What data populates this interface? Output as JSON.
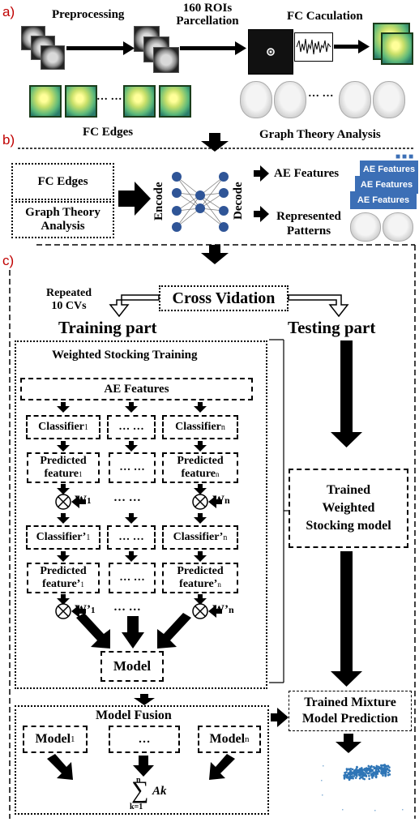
{
  "panel_a": {
    "tag": "a)",
    "preprocessing": "Preprocessing",
    "rois_line1": "160 ROIs",
    "rois_line2": "Parcellation",
    "fc_calc": "FC Caculation",
    "ellipsis": "… …",
    "fc_edges": "FC Edges",
    "graph_theory": "Graph Theory Analysis"
  },
  "panel_b": {
    "tag": "b)",
    "fc_edges": "FC Edges",
    "graph_line1": "Graph Theory",
    "graph_line2": "Analysis",
    "encode": "Encode",
    "decode": "Decode",
    "ae_features": "AE Features",
    "rep_line1": "Represented",
    "rep_line2": "Patterns",
    "stack_label": "AE Features"
  },
  "panel_c": {
    "tag": "c)",
    "repeated_line1": "Repeated",
    "repeated_line2": "10 CVs",
    "cross_validation": "Cross Vidation",
    "training_part": "Training part",
    "testing_part": "Testing part",
    "wst_title": "Weighted Stocking Training",
    "ae_features": "AE Features",
    "classifier": "Classifier",
    "classifier_prime": "Classifier’",
    "ellipsis": "… …",
    "predicted": "Predicted",
    "feature": "feature",
    "feature_prime": "feature’",
    "sub1": "1",
    "subn": "n",
    "w": "W",
    "w_prime": "W’",
    "model": "Model",
    "trained_line1": "Trained",
    "trained_line2": "Weighted",
    "trained_line3": "Stocking model",
    "model_fusion": "Model Fusion",
    "model_short": "Model",
    "fusion_ellipsis": "…",
    "sum_top": "n",
    "sum_symbol": "∑",
    "sum_term": "Ak",
    "sum_bottom": "k=1",
    "mixture_line1": "Trained Mixture",
    "mixture_line2": "Model Prediction"
  },
  "colors": {
    "label_red": "#c00000",
    "ae_blue": "#3c6fb6",
    "node_blue": "#2f5597",
    "scatter_blue": "#2e75b6"
  }
}
